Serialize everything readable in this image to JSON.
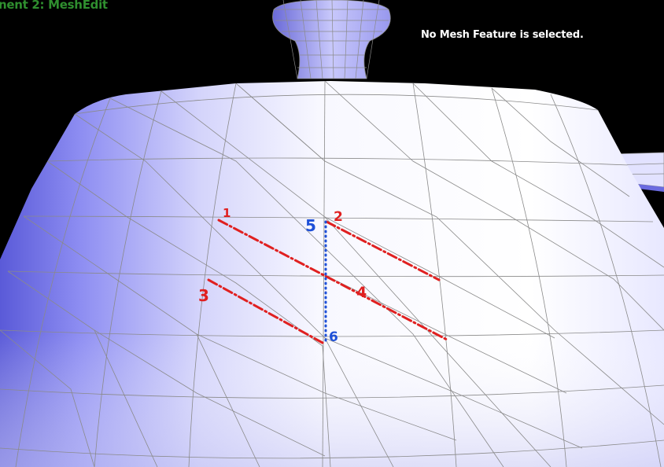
{
  "window": {
    "title": "nent 2: MeshEdit"
  },
  "status": {
    "message": "No Mesh Feature is selected."
  },
  "annotations": {
    "red_labels": [
      "1",
      "2",
      "3",
      "4"
    ],
    "blue_labels": [
      "5",
      "6"
    ]
  },
  "colors": {
    "background": "#000000",
    "mesh_light": "#f7f7ff",
    "mesh_shadow": "#7a7af0",
    "wire": "#8a8a8a",
    "title_green": "#2f8f2f",
    "annotation_red": "#e02020",
    "annotation_blue": "#1e50d8"
  }
}
